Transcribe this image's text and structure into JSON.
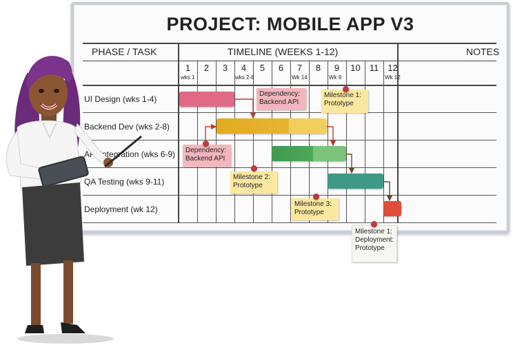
{
  "board": {
    "title": "PROJECT: MOBILE APP V3",
    "col_phase": "PHASE / TASK",
    "col_timeline": "TIMELINE (WEEKS 1-12)",
    "col_notes": "NOTES"
  },
  "weeks": [
    "1",
    "2",
    "3",
    "4",
    "5",
    "6",
    "7",
    "8",
    "9",
    "10",
    "11",
    "12"
  ],
  "week_subs": [
    "wks 1",
    "wks 2-8",
    "Wk 14",
    "Wk 9",
    "Wk 12"
  ],
  "rows": [
    {
      "label": "UI Design (wks 1-4)"
    },
    {
      "label": "Backend Dev (wks 2-8)"
    },
    {
      "label": "API Integration (wks 6-9)"
    },
    {
      "label": "QA Testing (wks 9-11)"
    },
    {
      "label": "Deployment (wk 12)"
    }
  ],
  "notes": {
    "dep1": [
      "Dependency:",
      "Backend API"
    ],
    "ms1": [
      "Milestone 1:",
      "Prototype"
    ],
    "dep2": [
      "Dependency:",
      "Backend API"
    ],
    "ms2": [
      "Milestone 2:",
      "Prototype"
    ],
    "ms3": [
      "Milestone 3:",
      "Prototype"
    ],
    "ms1b": [
      "Milestone 1:",
      "Deployment:",
      "Prototype"
    ]
  },
  "colors": {
    "ui": "#e06a86",
    "backend": "#e6b431",
    "api": "#4ea85a",
    "qa": "#3e9a87",
    "deploy": "#e04b3a",
    "sticky_yellow": "#fbe8a0",
    "sticky_pink": "#f3b6bd",
    "sticky_white": "#f7f7f2"
  }
}
